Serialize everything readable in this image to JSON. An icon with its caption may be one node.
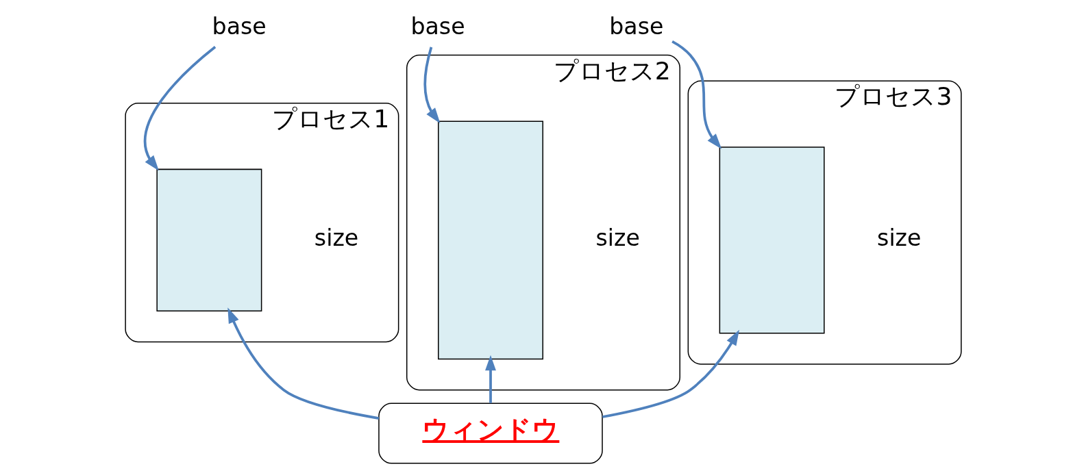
{
  "diagram": {
    "nodes": [
      {
        "text": [
          "プロセス1"
        ]
      },
      {
        "text": [],
        "shape": "box",
        "in": 0
      },
      {
        "text": [
          "プロセス2"
        ]
      },
      {
        "text": [],
        "shape": "box",
        "in": 2
      },
      {
        "text": [
          "プロセス3"
        ]
      },
      {
        "text": [],
        "shape": "box",
        "in": 4
      },
      {
        "text": [
          "ウィンドウ"
        ]
      },
      {
        "text": [
          "base"
        ]
      },
      {
        "text": [
          "base"
        ]
      },
      {
        "text": [
          "base"
        ]
      }
    ],
    "edges": [
      {
        "from": 7,
        "to": 1,
        "arrow": "to"
      },
      {
        "from": 8,
        "to": 3,
        "arrow": "to"
      },
      {
        "from": 9,
        "to": 5,
        "arrow": "to"
      },
      {
        "from": 6,
        "to": 1,
        "arrow": "to"
      },
      {
        "from": 6,
        "to": 3,
        "arrow": "to"
      },
      {
        "from": 6,
        "to": 5,
        "arrow": "to"
      }
    ],
    "labels": [
      "size",
      "size",
      "size"
    ]
  }
}
